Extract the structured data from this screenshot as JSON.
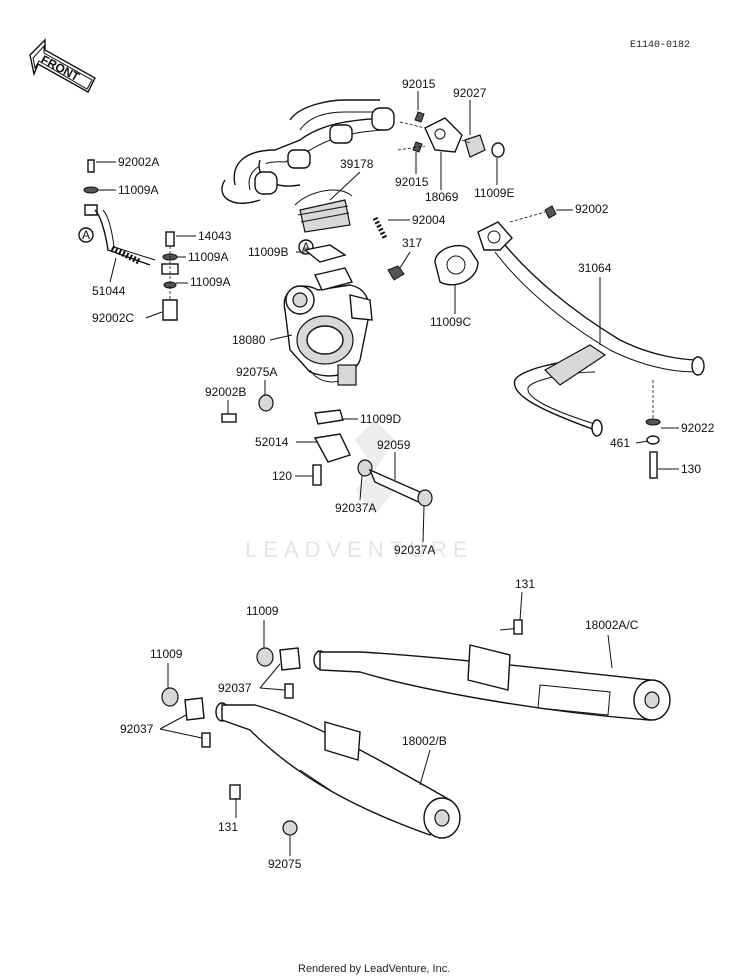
{
  "diagram_code": "E1140-0182",
  "front_label": "FRONT",
  "watermark": "LEADVENTURE",
  "footer": "Rendered by LeadVenture, Inc.",
  "callout_letter": "A",
  "parts": [
    "92015",
    "92027",
    "92015",
    "18069",
    "11009E",
    "92002A",
    "11009A",
    "39178",
    "92004",
    "14043",
    "11009A",
    "11009A",
    "51044",
    "92002C",
    "11009B",
    "317",
    "92002",
    "31064",
    "11009C",
    "18080",
    "92075A",
    "92002B",
    "11009D",
    "52014",
    "92059",
    "120",
    "92037A",
    "92037A",
    "92022",
    "461",
    "130",
    "131",
    "18002A/C",
    "11009",
    "11009",
    "92037",
    "92037",
    "18002/B",
    "131",
    "92075"
  ]
}
